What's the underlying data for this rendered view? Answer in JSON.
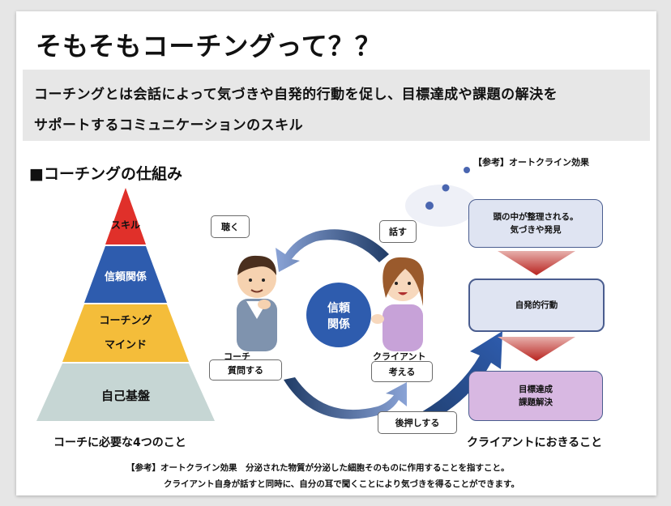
{
  "slide": {
    "title": "そもそもコーチングって？？",
    "definition_line1": "コーチングとは会話によって気づきや自発的行動を促し、目標達成や課題の解決を",
    "definition_line2": "サポートするコミュニケーションのスキル",
    "section_heading": "■コーチングの仕組み"
  },
  "pyramid": {
    "levels": [
      {
        "label": "スキル",
        "color": "#e0302a"
      },
      {
        "label": "信頼関係",
        "color": "#2e5cae"
      },
      {
        "label_line1": "コーチング",
        "label_line2": "マインド",
        "color": "#f4bd3a"
      },
      {
        "label": "自己基盤",
        "color": "#c6d6d4"
      }
    ],
    "caption": "コーチに必要な4つのこと"
  },
  "cycle": {
    "center_line1": "信頼",
    "center_line2": "関係",
    "listen_tag": "聴く",
    "speak_tag": "話す",
    "coach_label": "コーチ",
    "question_tag": "質問する",
    "client_label": "クライアント",
    "think_tag": "考える",
    "push_tag": "後押しする"
  },
  "reference": {
    "heading": "【参考】オートクライン効果",
    "step1_line1": "頭の中が整理される。",
    "step1_line2": "気づきや発見",
    "step2": "自発的行動",
    "step3_line1": "目標達成",
    "step3_line2": "課題解決",
    "caption": "クライアントにおきること"
  },
  "footnote": {
    "line1": "【参考】オートクライン効果　分泌された物質が分泌した細胞そのものに作用することを指すこと。",
    "line2": "クライアント自身が話すと同時に、自分の耳で聞くことにより気づきを得ることができます。"
  },
  "colors": {
    "accent_blue": "#2e5cae",
    "arrow_navy": "#1f3b66",
    "arrow_red": "#b8231f",
    "box_blue_bg": "#dfe4f2",
    "box_purple_bg": "#d8b8e2"
  }
}
